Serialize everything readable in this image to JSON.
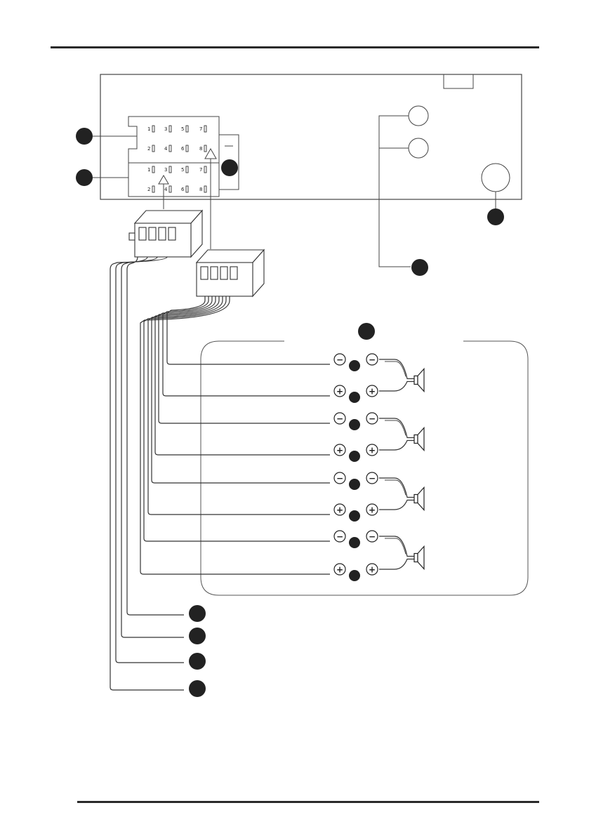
{
  "connector_a": {
    "top_row": [
      "1",
      "3",
      "5",
      "7"
    ],
    "bottom_row": [
      "2",
      "4",
      "6",
      "8"
    ]
  },
  "connector_b": {
    "top_row": [
      "1",
      "3",
      "5",
      "7"
    ],
    "bottom_row": [
      "2",
      "4",
      "6",
      "8"
    ]
  },
  "polarity": {
    "negative": "−",
    "positive": "+"
  },
  "speaker_count": 4,
  "extra_wire_count": 4,
  "colors": {
    "line": "#333333",
    "callout": "#222222",
    "rule": "#2a2a2a"
  }
}
